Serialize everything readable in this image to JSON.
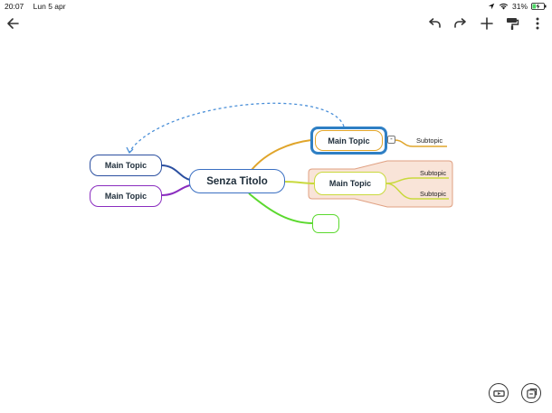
{
  "status_bar": {
    "time": "20:07",
    "date": "Lun 5 apr",
    "battery_percent": "31%",
    "battery_level": 0.31,
    "icons": [
      "wifi-icon",
      "location-arrow-icon",
      "battery-charging-icon"
    ]
  },
  "toolbar": {
    "icons": [
      "back-arrow-icon",
      "undo-icon",
      "redo-icon",
      "add-icon",
      "format-paint-icon",
      "more-vertical-icon"
    ]
  },
  "map": {
    "central": {
      "label": "Senza Titolo",
      "color": "#3a6fc2"
    },
    "topics": [
      {
        "label": "Main Topic",
        "color": "#2b4fa0",
        "side": "left"
      },
      {
        "label": "Main Topic",
        "color": "#8a2dbf",
        "side": "left"
      },
      {
        "label": "Main Topic",
        "color": "#e0a52b",
        "side": "right",
        "selected": true,
        "selection_color": "#2e7fc4",
        "collapse_symbol": "-"
      },
      {
        "label": "Main Topic",
        "color": "#c9d93d",
        "side": "right",
        "boundary_fill": "#f9e4d8",
        "boundary_stroke": "#e0a082"
      },
      {
        "label": "",
        "color": "#5bd92e",
        "side": "right"
      }
    ],
    "subtopics": [
      {
        "label": "Subtopic",
        "color": "#e0a52b"
      },
      {
        "label": "Subtopic",
        "color": "#c9d93d"
      },
      {
        "label": "Subtopic",
        "color": "#c9d93d"
      }
    ],
    "relationship_color": "#4a8fd8"
  },
  "bottom_actions": {
    "icons": [
      "presentation-mode-icon",
      "export-icon"
    ]
  }
}
